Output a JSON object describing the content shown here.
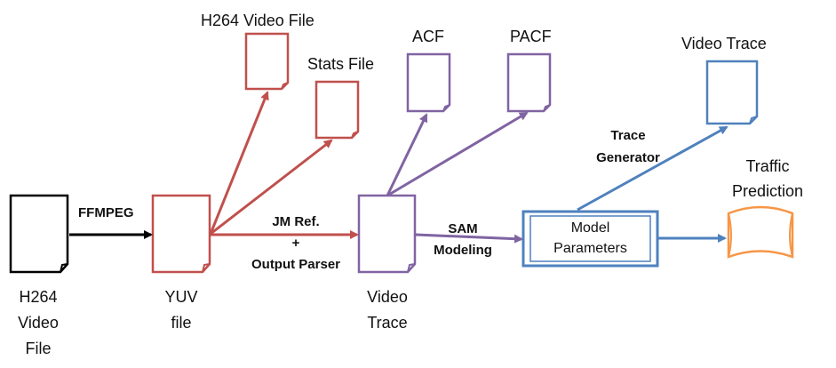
{
  "colors": {
    "black": "#000000",
    "red": "#c0504d",
    "purple": "#8064a2",
    "blue": "#4f81bd",
    "orange": "#f79646"
  },
  "nodes": {
    "h264_input": {
      "lines": [
        "H264",
        "Video",
        "File"
      ],
      "color_key": "black"
    },
    "yuv": {
      "lines": [
        "YUV",
        "file"
      ],
      "color_key": "red"
    },
    "h264_output": {
      "label": "H264 Video File",
      "color_key": "red"
    },
    "stats": {
      "label": "Stats File",
      "color_key": "red"
    },
    "video_trace_mid": {
      "lines": [
        "Video",
        "Trace"
      ],
      "color_key": "purple"
    },
    "acf": {
      "label": "ACF",
      "color_key": "purple"
    },
    "pacf": {
      "label": "PACF",
      "color_key": "purple"
    },
    "model_params": {
      "lines": [
        "Model",
        "Parameters"
      ],
      "color_key": "blue"
    },
    "video_trace_out": {
      "label": "Video Trace",
      "color_key": "blue"
    },
    "traffic": {
      "lines": [
        "Traffic",
        "Prediction"
      ],
      "color_key": "orange"
    }
  },
  "edges": {
    "ffmpeg": {
      "label": "FFMPEG"
    },
    "jm_ref": {
      "lines": [
        "JM Ref.",
        "+",
        "Output Parser"
      ]
    },
    "sam": {
      "lines": [
        "SAM",
        "Modeling"
      ]
    },
    "trace_generator": {
      "lines": [
        "Trace",
        "Generator"
      ]
    }
  }
}
